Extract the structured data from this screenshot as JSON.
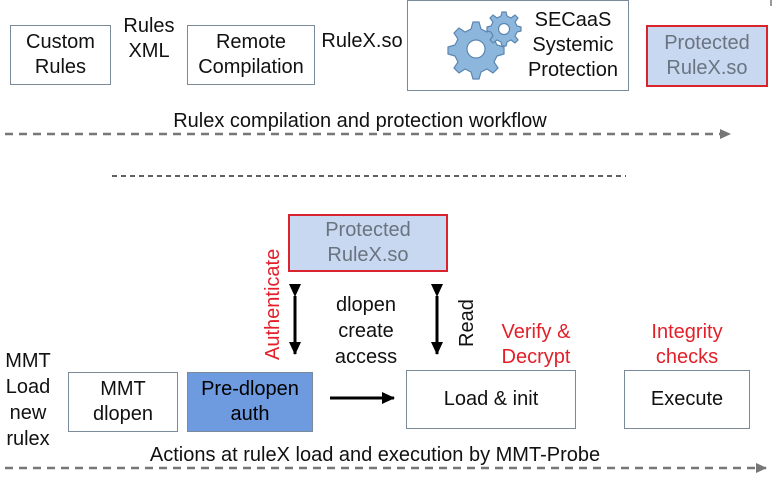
{
  "top": {
    "custom_rules": "Custom\nRules",
    "rules_xml": "Rules\nXML",
    "remote_compilation": "Remote\nCompilation",
    "rulex_so": "RuleX.so",
    "secaas": "SECaaS\nSystemic\nProtection",
    "protected_rulex": "Protected\nRuleX.so",
    "workflow_caption": "Rulex compilation and protection workflow"
  },
  "bottom": {
    "protected_rulex": "Protected\nRuleX.so",
    "authenticate": "Authenticate",
    "dlopen_create_access": "dlopen\ncreate\naccess",
    "read": "Read",
    "verify_decrypt": "Verify &\nDecrypt",
    "integrity_checks": "Integrity\nchecks",
    "mmt_load_new_rulex": "MMT\nLoad\nnew\nrulex",
    "mmt_dlopen": "MMT\ndlopen",
    "pre_dlopen_auth": "Pre-dlopen\nauth",
    "load_init": "Load & init",
    "execute": "Execute",
    "actions_caption": "Actions at ruleX load and execution by MMT-Probe"
  },
  "colors": {
    "red": "#e3202a",
    "light_blue": "#c8d8f0",
    "blue": "#6e9ae0",
    "dash_gray": "#777777"
  },
  "icons": [
    "gears-icon"
  ]
}
